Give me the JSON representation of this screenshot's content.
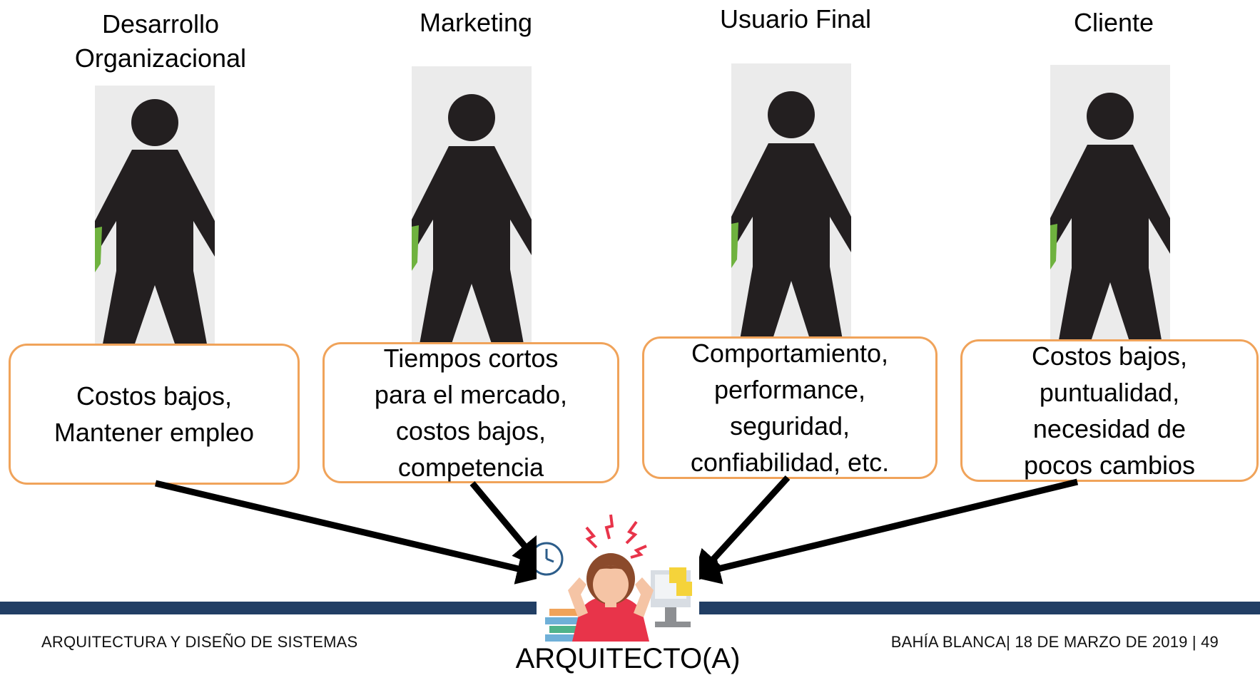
{
  "roles": [
    {
      "title": "Desarrollo\nOrganizacional",
      "concern": "Costos bajos,\nMantener empleo"
    },
    {
      "title": "Marketing",
      "concern": "Tiempos cortos\npara el mercado,\ncostos bajos,\ncompetencia"
    },
    {
      "title": "Usuario Final",
      "concern": "Comportamiento,\nperformance,\nseguridad,\nconfiabilidad, etc."
    },
    {
      "title": "Cliente",
      "concern": "Costos bajos,\npuntualidad,\nnecesidad de\npocos cambios"
    }
  ],
  "architect": {
    "label": "ARQUITECTO(A)"
  },
  "footer": {
    "left": "ARQUITECTURA Y DISEÑO DE SISTEMAS",
    "right": "BAHÍA BLANCA| 18 DE MARZO DE 2019 | 49"
  },
  "colors": {
    "box_border": "#f0a35a",
    "footer_bar": "#213e64",
    "figure": "#231f20",
    "figure_bg": "#ebebeb",
    "arrow": "#000000"
  },
  "icons": [
    "person-icon",
    "stressed-architect-icon",
    "clock-icon"
  ]
}
